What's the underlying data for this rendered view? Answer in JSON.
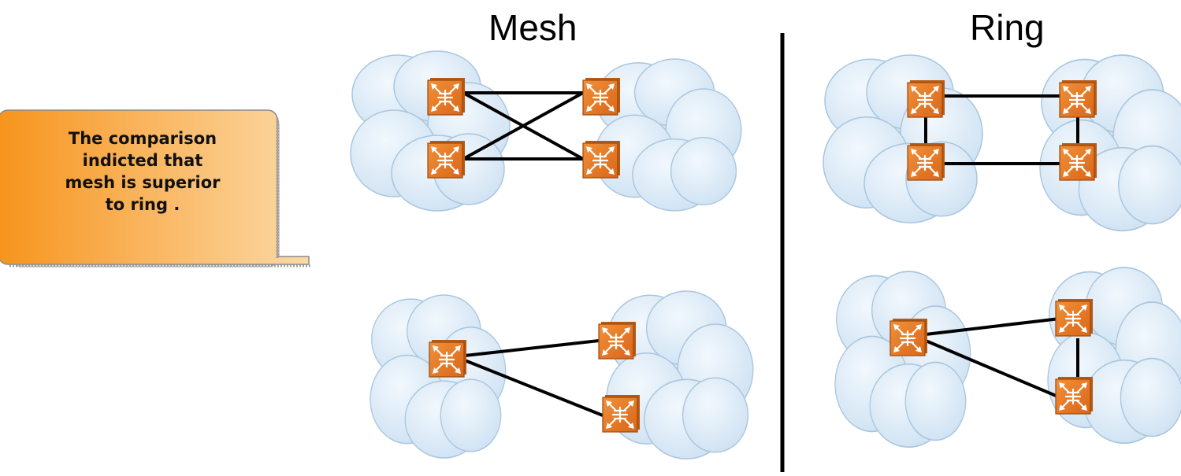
{
  "callout": {
    "text_lines": [
      "The comparison",
      "indicted that",
      "mesh is superior",
      "to ring ."
    ]
  },
  "titles": {
    "left": "Mesh",
    "right": "Ring"
  },
  "colors": {
    "switch_fill": "#e8761e",
    "switch_edge": "#9a4a0e",
    "cloud_fill": "#dcecf8",
    "cloud_edge": "#a9c6de",
    "link": "#000000",
    "callout_gradient": [
      "#f7941d",
      "#fbd49a"
    ]
  },
  "icons": {
    "switch": "router-switch-icon",
    "cloud": "network-cloud-icon"
  },
  "diagrams": [
    {
      "id": "mesh-top",
      "topology": "mesh",
      "links": "full cross-connect between two pairs of switches"
    },
    {
      "id": "mesh-bottom",
      "topology": "mesh",
      "links": "one switch connected to two switches"
    },
    {
      "id": "ring-top",
      "topology": "ring",
      "links": "four switches connected in a ring"
    },
    {
      "id": "ring-bottom",
      "topology": "ring",
      "links": "three switches connected in a ring"
    }
  ]
}
